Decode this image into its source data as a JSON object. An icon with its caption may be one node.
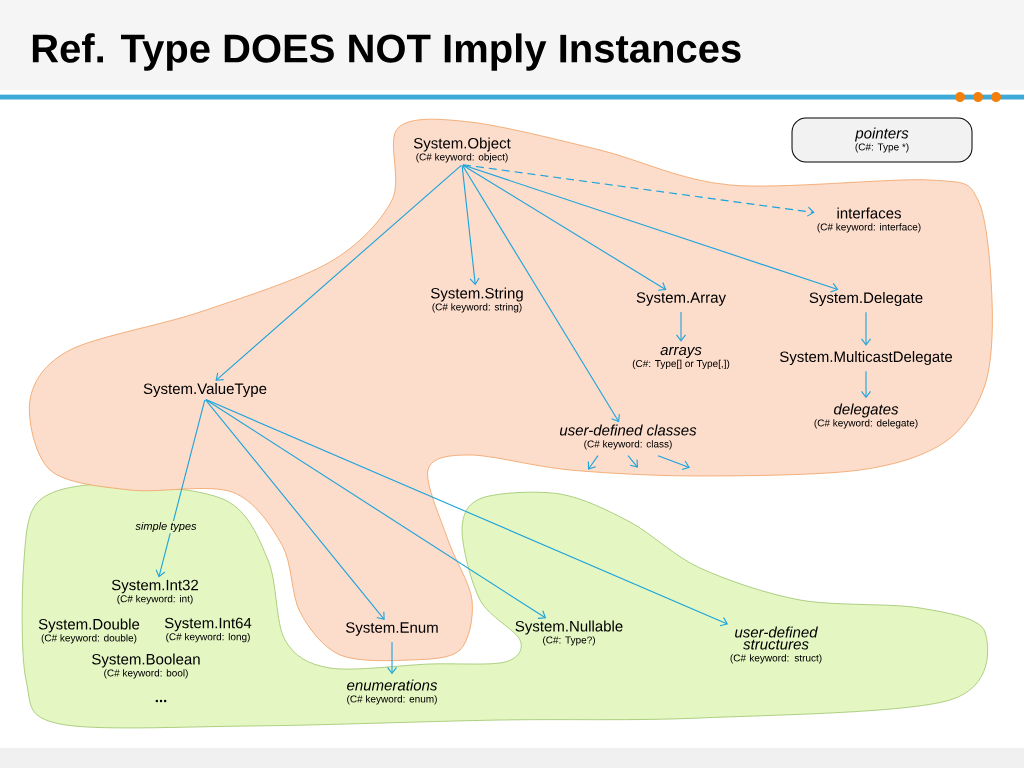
{
  "diagram": {
    "title": "Ref. Type DOES NOT Imply Instances",
    "nodes": [
      {
        "text": [
          "pointers",
          "(C#: Type *)"
        ]
      },
      {
        "text": [
          "System.Object",
          "(C# keyword: object)"
        ]
      },
      {
        "text": [
          "interfaces",
          "(C# keyword: interface)"
        ]
      },
      {
        "text": [
          "System.String",
          "(C# keyword: string)"
        ]
      },
      {
        "text": [
          "System.Array"
        ]
      },
      {
        "text": [
          "System.Delegate"
        ]
      },
      {
        "text": [
          "arrays",
          "(C#: Type[] or Type[,])"
        ]
      },
      {
        "text": [
          "System.MulticastDelegate"
        ]
      },
      {
        "text": [
          "System.ValueType"
        ]
      },
      {
        "text": [
          "user-defined classes",
          "(C# keyword: class)"
        ]
      },
      {
        "text": [
          "delegates",
          "(C# keyword: delegate)"
        ]
      },
      {
        "text": [
          "System.Int32",
          "(C# keyword: int)"
        ]
      },
      {
        "text": [
          "System.Double",
          "(C# keyword: double)"
        ]
      },
      {
        "text": [
          "System.Int64",
          "(C# keyword: long)"
        ]
      },
      {
        "text": [
          "System.Enum"
        ]
      },
      {
        "text": [
          "System.Nullable",
          "(C#: Type?)"
        ]
      },
      {
        "text": [
          "user-defined structures",
          "(C# keyword: struct)"
        ]
      },
      {
        "text": [
          "System.Boolean",
          "(C# keyword: bool)"
        ]
      },
      {
        "text": [
          "enumerations",
          "(C# keyword: enum)"
        ]
      }
    ],
    "edges": [
      {
        "from": 1,
        "to": 8,
        "arrow": "to"
      },
      {
        "from": 1,
        "to": 3,
        "arrow": "to"
      },
      {
        "from": 1,
        "to": 9,
        "arrow": "to"
      },
      {
        "from": 1,
        "to": 4,
        "arrow": "to"
      },
      {
        "from": 1,
        "to": 5,
        "arrow": "to"
      },
      {
        "from": 1,
        "to": 2,
        "arrow": "to",
        "style": "dashed"
      },
      {
        "from": 4,
        "to": 6,
        "arrow": "to"
      },
      {
        "from": 5,
        "to": 7,
        "arrow": "to"
      },
      {
        "from": 7,
        "to": 10,
        "arrow": "to"
      },
      {
        "from": 9,
        "to": null,
        "arrow": "to"
      },
      {
        "from": 9,
        "to": null,
        "arrow": "to"
      },
      {
        "from": 9,
        "to": null,
        "arrow": "to"
      },
      {
        "from": 8,
        "to": 11,
        "arrow": "to",
        "label": "simple types"
      },
      {
        "from": 8,
        "to": 14,
        "arrow": "to"
      },
      {
        "from": 8,
        "to": 15,
        "arrow": "to"
      },
      {
        "from": 8,
        "to": 16,
        "arrow": "to"
      },
      {
        "from": 14,
        "to": 18,
        "arrow": "to"
      }
    ],
    "labels": [
      "..."
    ]
  }
}
